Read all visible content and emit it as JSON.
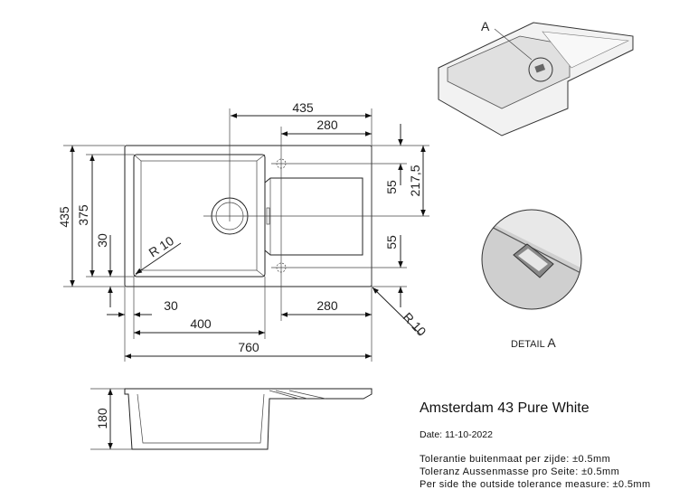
{
  "title": "Amsterdam 43 Pure White",
  "date": "Date: 11-10-2022",
  "tolerances": [
    "Tolerantie buitenmaat per zijde: ±0.5mm",
    "Toleranz Aussenmasse pro Seite: ±0.5mm",
    "Per side the outside tolerance measure: ±0.5mm"
  ],
  "dimensions": {
    "top_435": "435",
    "top_280": "280",
    "left_435": "435",
    "left_375": "375",
    "left_30": "30",
    "right_55_top": "55",
    "right_217_5": "217,5",
    "right_55_bottom": "55",
    "bottom_30": "30",
    "bottom_280": "280",
    "bottom_400": "400",
    "bottom_760": "760",
    "radius_inner": "R 10",
    "radius_outer": "R 10",
    "side_180": "180"
  },
  "detail_marker": "A",
  "detail_caption_prefix": "DETAIL",
  "detail_caption_letter": "A"
}
